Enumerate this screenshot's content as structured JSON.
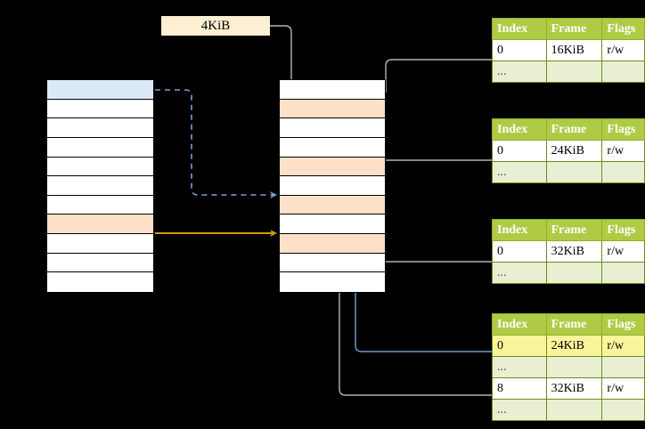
{
  "diagram": {
    "page_size_label": "4KiB"
  },
  "virtual_column": {
    "name": "virtual-address-space",
    "cells": [
      {
        "id": "v0",
        "fill": "blue"
      },
      {
        "id": "v1",
        "fill": "white"
      },
      {
        "id": "v2",
        "fill": "white"
      },
      {
        "id": "v3",
        "fill": "white"
      },
      {
        "id": "v4",
        "fill": "white"
      },
      {
        "id": "v5",
        "fill": "white"
      },
      {
        "id": "v6",
        "fill": "white"
      },
      {
        "id": "v7",
        "fill": "peach"
      },
      {
        "id": "v8",
        "fill": "white"
      },
      {
        "id": "v9",
        "fill": "white"
      },
      {
        "id": "v10",
        "fill": "white"
      }
    ]
  },
  "physical_column": {
    "name": "physical-memory",
    "cells": [
      {
        "id": "p0",
        "fill": "white"
      },
      {
        "id": "p1",
        "fill": "peach"
      },
      {
        "id": "p2",
        "fill": "white"
      },
      {
        "id": "p3",
        "fill": "white"
      },
      {
        "id": "p4",
        "fill": "peach"
      },
      {
        "id": "p5",
        "fill": "white"
      },
      {
        "id": "p6",
        "fill": "peach"
      },
      {
        "id": "p7",
        "fill": "white"
      },
      {
        "id": "p8",
        "fill": "peach"
      },
      {
        "id": "p9",
        "fill": "white"
      },
      {
        "id": "p10",
        "fill": "white"
      }
    ]
  },
  "tables": [
    {
      "name": "page-table-level-0",
      "headers": [
        "Index",
        "Frame",
        "Flags"
      ],
      "rows": [
        {
          "type": "data",
          "cells": [
            "0",
            "16KiB",
            "r/w"
          ],
          "highlight": false
        },
        {
          "type": "ellipsis",
          "cells": [
            "...",
            "",
            ""
          ],
          "highlight": false
        }
      ]
    },
    {
      "name": "page-table-level-1",
      "headers": [
        "Index",
        "Frame",
        "Flags"
      ],
      "rows": [
        {
          "type": "data",
          "cells": [
            "0",
            "24KiB",
            "r/w"
          ],
          "highlight": false
        },
        {
          "type": "ellipsis",
          "cells": [
            "...",
            "",
            ""
          ],
          "highlight": false
        }
      ]
    },
    {
      "name": "page-table-level-2",
      "headers": [
        "Index",
        "Frame",
        "Flags"
      ],
      "rows": [
        {
          "type": "data",
          "cells": [
            "0",
            "32KiB",
            "r/w"
          ],
          "highlight": false
        },
        {
          "type": "ellipsis",
          "cells": [
            "...",
            "",
            ""
          ],
          "highlight": false
        }
      ]
    },
    {
      "name": "page-table-level-3",
      "headers": [
        "Index",
        "Frame",
        "Flags"
      ],
      "rows": [
        {
          "type": "data",
          "cells": [
            "0",
            "24KiB",
            "r/w"
          ],
          "highlight": true
        },
        {
          "type": "ellipsis",
          "cells": [
            "...",
            "",
            ""
          ],
          "highlight": false
        },
        {
          "type": "data",
          "cells": [
            "8",
            "32KiB",
            "r/w"
          ],
          "highlight": false
        },
        {
          "type": "ellipsis",
          "cells": [
            "...",
            "",
            ""
          ],
          "highlight": false
        }
      ]
    }
  ],
  "colors": {
    "header_green": "#AFCB46",
    "ellipsis_green": "#E9EFD3",
    "highlight_yellow": "#FAF59A",
    "blue_cell": "#DCE9F9",
    "peach_cell": "#FCE0C8",
    "label_cream": "#FCEFD3",
    "dashed_arrow": "#7D9FD3",
    "solid_arrow": "#D79B00",
    "blue_wire": "#6F97CF",
    "gray_wire": "#B3B3B3"
  }
}
